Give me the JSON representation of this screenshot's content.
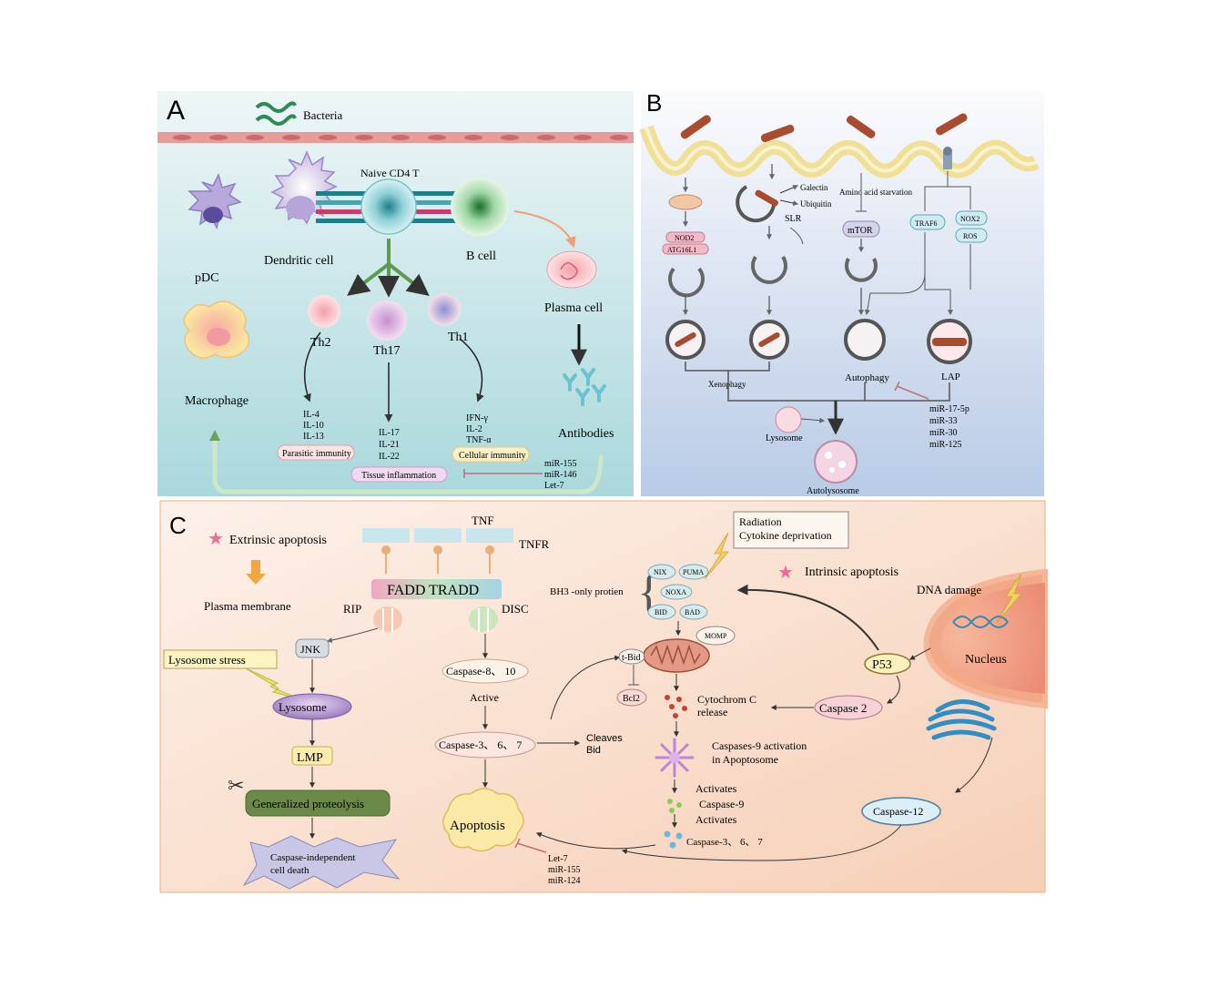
{
  "panel_a": {
    "letter": "A",
    "bacteria": "Bacteria",
    "naive": "Naive  CD4 T",
    "pdc": "pDC",
    "dendritic": "Dendritic cell",
    "bcell": "B cell",
    "plasma": "Plasma cell",
    "macrophage": "Macrophage",
    "th2": "Th2",
    "th17": "Th17",
    "th1": "Th1",
    "antibodies": "Antibodies",
    "th2_cytokines": [
      "IL-4",
      "IL-10",
      "IL-13"
    ],
    "th17_cytokines": [
      "IL-17",
      "IL-21",
      "IL-22"
    ],
    "th1_cytokines": [
      "IFN-γ",
      "IL-2",
      "TNF-α"
    ],
    "parasitic": "Parasitic immunity",
    "tissue": "Tissue inflammation",
    "cellular": "Cellular immunity",
    "mirs": [
      "miR-155",
      "miR-146",
      "Let-7"
    ]
  },
  "panel_b": {
    "letter": "B",
    "galectin": "Galectin",
    "ubiquitin": "Ubiquitin",
    "amino": "Amino acid starvation",
    "slr": "SLR",
    "nod2": "NOD2",
    "atg16l1": "ATG16L1",
    "mtor": "mTOR",
    "traf6": "TRAF6",
    "nox2": "NOX2",
    "ros": "ROS",
    "xenophagy": "Xenophagy",
    "autophagy": "Autophagy",
    "lap": "LAP",
    "lysosome": "Lysosome",
    "autolysosome": "Autolysosome",
    "mirs": [
      "miR-17-5p",
      "miR-33",
      "miR-30",
      "miR-125"
    ]
  },
  "panel_c": {
    "letter": "C",
    "extrinsic": "Extrinsic apoptosis",
    "plasma_membrane": "Plasma membrane",
    "tnf": "TNF",
    "tnfr": "TNFR",
    "fadd": "FADD TRADD",
    "rip": "RIP",
    "disc": "DISC",
    "jnk": "JNK",
    "lys_stress": "Lysosome  stress",
    "lysosome": "Lysosome",
    "lmp": "LMP",
    "proteolysis": "Generalized proteolysis",
    "cid": [
      "Caspase-independent",
      "cell death"
    ],
    "casp810": "Caspase-8、 10",
    "active": "Active",
    "casp367": "Caspase-3、 6、 7",
    "cleaves": [
      "Cleaves",
      "Bid"
    ],
    "apoptosis": "Apoptosis",
    "mirs": [
      "Let-7",
      "miR-155",
      "miR-124"
    ],
    "radiation": [
      "Radiation",
      "Cytokine deprivation"
    ],
    "bh3": "BH3 -only protien",
    "bh3_proteins": [
      "NIX",
      "PUMA",
      "NOXA",
      "BID",
      "BAD"
    ],
    "tbid": "t-Bid",
    "bcl2": "Bcl2",
    "momp": "MOMP",
    "cytc": [
      "Cytochrom C",
      "release"
    ],
    "casp9act": [
      "Caspases-9 activation",
      "in Apoptosome"
    ],
    "activates1": "Activates",
    "casp9": "Caspase-9",
    "activates2": "Activates",
    "casp367b": "Caspase-3、 6、 7",
    "intrinsic": "Intrinsic apoptosis",
    "dna_damage": "DNA damage",
    "nucleus": "Nucleus",
    "p53": "P53",
    "casp2": "Caspase 2",
    "casp12": "Caspase-12"
  }
}
